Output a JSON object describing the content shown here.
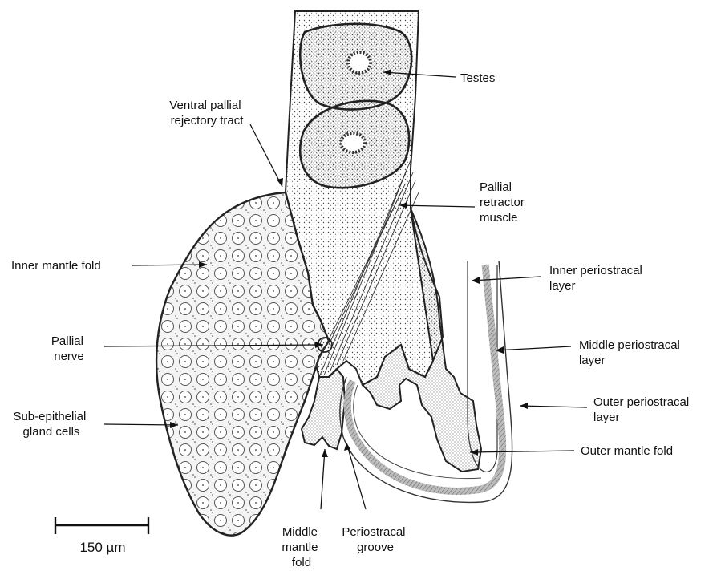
{
  "labels": {
    "testes": "Testes",
    "ventral_1": "Ventral pallial",
    "ventral_2": "rejectory tract",
    "retractor_1": "Pallial",
    "retractor_2": "retractor",
    "retractor_3": "muscle",
    "inner_fold": "Inner mantle fold",
    "inner_peri_1": "Inner periostracal",
    "inner_peri_2": "layer",
    "nerve_1": "Pallial",
    "nerve_2": "nerve",
    "middle_peri_1": "Middle periostracal",
    "middle_peri_2": "layer",
    "outer_peri_1": "Outer periostracal",
    "outer_peri_2": "layer",
    "subepi_1": "Sub-epithelial",
    "subepi_2": "gland cells",
    "outer_fold": "Outer mantle fold",
    "middle_fold_1": "Middle",
    "middle_fold_2": "mantle",
    "middle_fold_3": "fold",
    "groove_1": "Periostracal",
    "groove_2": "groove"
  },
  "scale_bar": {
    "label": "150 µm"
  }
}
